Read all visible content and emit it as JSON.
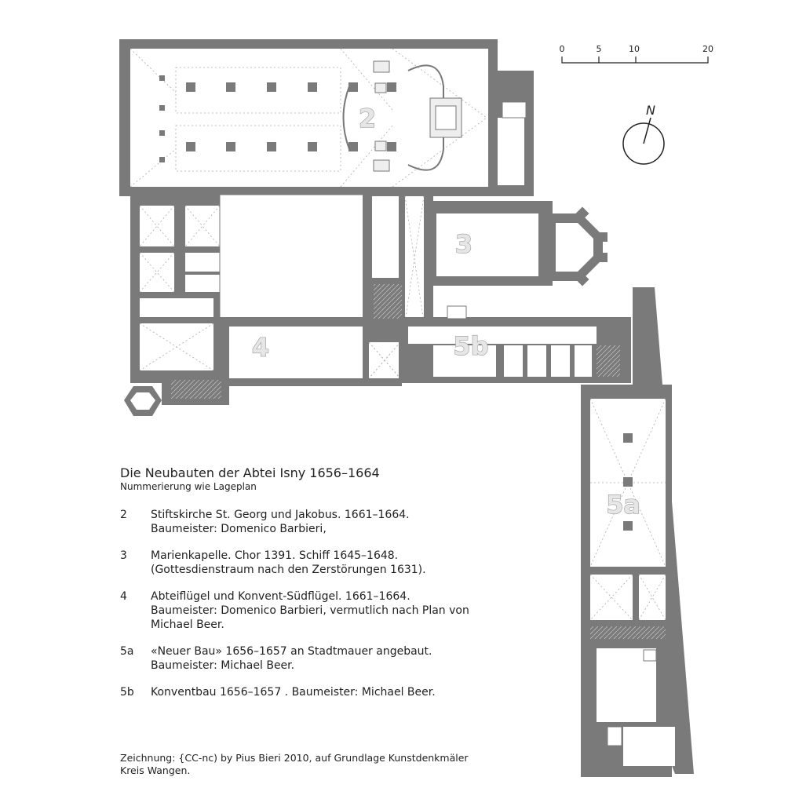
{
  "plan_labels": {
    "l2": "2",
    "l3": "3",
    "l4": "4",
    "l5a": "5a",
    "l5b": "5b"
  },
  "scale": {
    "ticks": [
      "0",
      "5",
      "10",
      "20"
    ]
  },
  "north": {
    "label": "N"
  },
  "legend": {
    "title": "Die Neubauten der Abtei Isny 1656–1664",
    "subtitle": "Nummerierung wie Lageplan",
    "entries": [
      {
        "num": "2",
        "lines": [
          "Stiftskirche St. Georg und Jakobus. 1661–1664.",
          "Baumeister: Domenico Barbieri,"
        ]
      },
      {
        "num": "3",
        "lines": [
          "Marienkapelle. Chor 1391. Schiff 1645–1648.",
          "(Gottesdienstraum nach den Zerstörungen 1631)."
        ]
      },
      {
        "num": "4",
        "lines": [
          "Abteiflügel und Konvent-Südflügel. 1661–1664.",
          "Baumeister: Domenico Barbieri, vermutlich nach Plan von",
          "Michael Beer."
        ]
      },
      {
        "num": "5a",
        "lines": [
          "«Neuer Bau» 1656–1657 an Stadtmauer angebaut.",
          "Baumeister: Michael Beer."
        ]
      },
      {
        "num": "5b",
        "lines": [
          "Konventbau 1656–1657 . Baumeister: Michael Beer."
        ]
      }
    ]
  },
  "credit": {
    "line1": "Zeichnung: {CC-nc) by Pius Bieri 2010, auf Grundlage Kunstdenkmäler",
    "line2": "Kreis Wangen."
  },
  "colors": {
    "wall": "#7a7a7a",
    "room_fill": "#ffffff",
    "vault_lines": "#9a9a9a",
    "label_fill": "#e6e6e6"
  }
}
